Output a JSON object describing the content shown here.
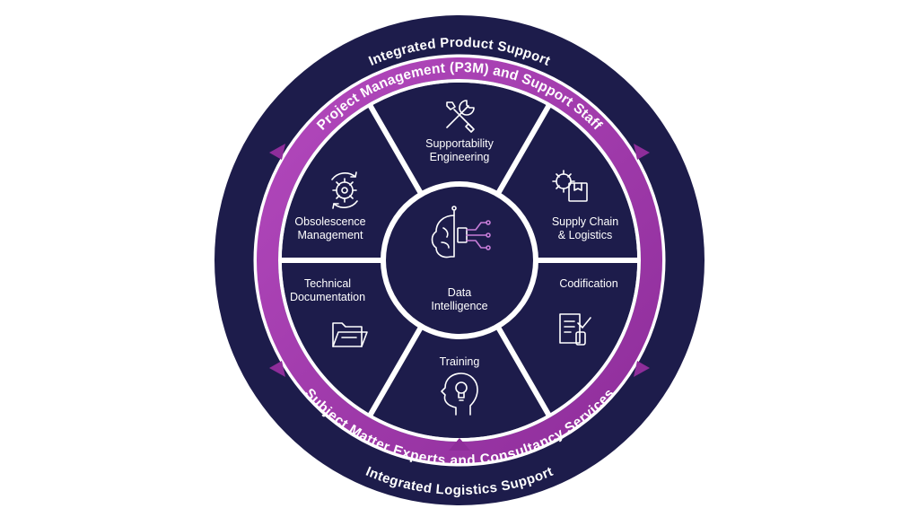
{
  "outer_ring": {
    "top_label": "Integrated Product Support",
    "bottom_label": "Integrated Logistics Support"
  },
  "band": {
    "top_label": "Project Management (P3M) and Support Staff",
    "bottom_label": "Subject Matter Experts and Consultancy Services"
  },
  "center": {
    "label_line1": "Data",
    "label_line2": "Intelligence",
    "icon": "ai-brain-circuit-icon"
  },
  "segments": [
    {
      "line1": "Supportability",
      "line2": "Engineering",
      "icon": "tools-icon"
    },
    {
      "line1": "Supply Chain",
      "line2": "& Logistics",
      "icon": "gear-box-icon"
    },
    {
      "line1": "Codification",
      "line2": "",
      "icon": "checklist-document-icon"
    },
    {
      "line1": "Training",
      "line2": "",
      "icon": "head-lightbulb-icon"
    },
    {
      "line1": "Technical",
      "line2": "Documentation",
      "icon": "folder-icon"
    },
    {
      "line1": "Obsolescence",
      "line2": "Management",
      "icon": "gear-cycle-icon"
    }
  ],
  "colors": {
    "navy": "#1d1c4b",
    "magenta": "#a63ab0",
    "magenta_light": "#c66bd1",
    "white": "#ffffff"
  }
}
